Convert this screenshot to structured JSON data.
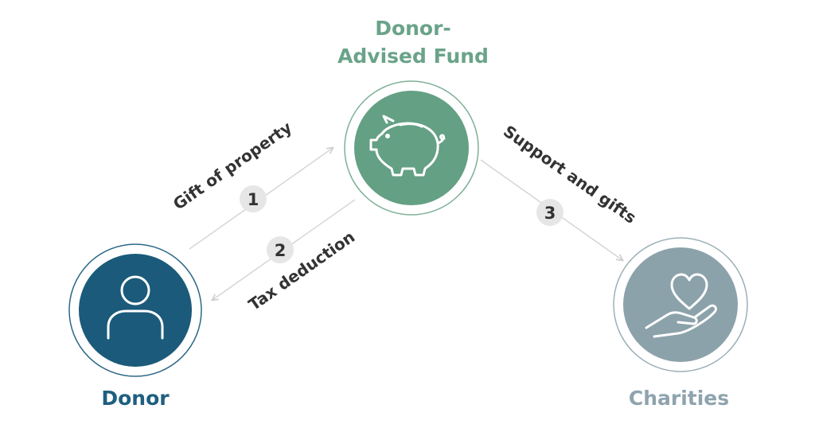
{
  "nodes": {
    "fund": {
      "label_line1": "Donor-",
      "label_line2": "Advised Fund",
      "icon": "piggy-bank-icon",
      "color": "#64a084",
      "label_color": "#6aa38a"
    },
    "donor": {
      "label": "Donor",
      "icon": "person-icon",
      "color": "#1b5a7a",
      "label_color": "#1f5f80"
    },
    "charities": {
      "label": "Charities",
      "icon": "heart-in-hand-icon",
      "color": "#8ca2ab",
      "label_color": "#8ea3ad"
    }
  },
  "flows": [
    {
      "step": "1",
      "label": "Gift of property"
    },
    {
      "step": "2",
      "label": "Tax deduction"
    },
    {
      "step": "3",
      "label": "Support and gifts"
    }
  ],
  "colors": {
    "text": "#333333",
    "arrow": "#d6d6d6",
    "badge": "#e6e6e6"
  }
}
